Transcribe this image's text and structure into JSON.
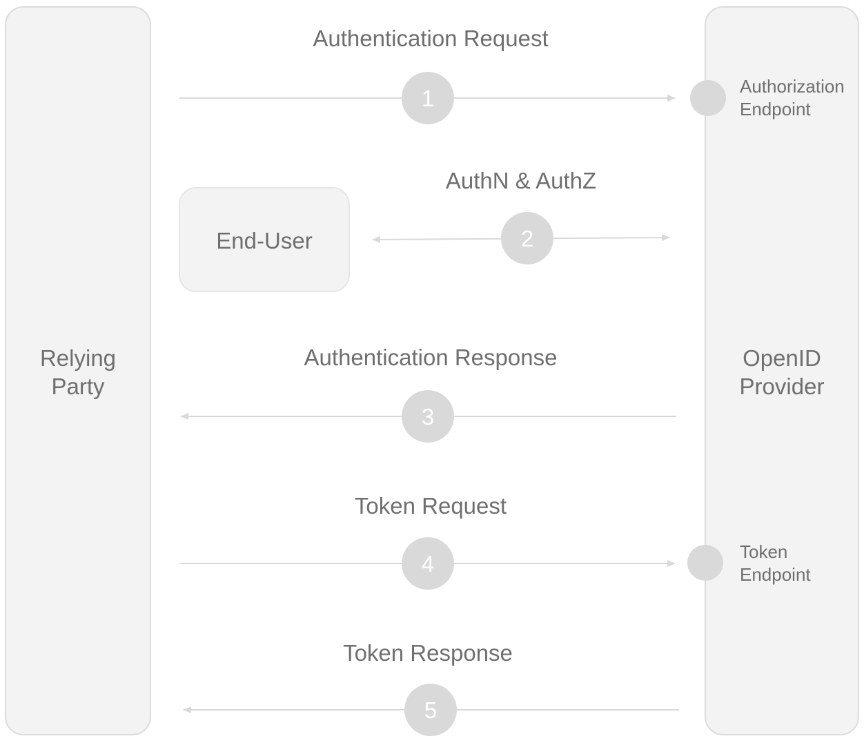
{
  "participants": {
    "relying_party": {
      "line1": "Relying",
      "line2": "Party"
    },
    "openid_provider": {
      "line1": "OpenID",
      "line2": "Provider"
    },
    "end_user": {
      "label": "End-User"
    }
  },
  "endpoints": {
    "authorization": {
      "line1": "Authorization",
      "line2": "Endpoint"
    },
    "token": {
      "line1": "Token",
      "line2": "Endpoint"
    }
  },
  "steps": [
    {
      "number": "1",
      "label": "Authentication Request"
    },
    {
      "number": "2",
      "label": "AuthN & AuthZ"
    },
    {
      "number": "3",
      "label": "Authentication Response"
    },
    {
      "number": "4",
      "label": "Token Request"
    },
    {
      "number": "5",
      "label": "Token Response"
    }
  ],
  "colors": {
    "lane_fill": "#f3f3f3",
    "lane_stroke": "#dcdcdc",
    "arrow": "#d9d9d9",
    "step_circle": "#d9d9d9",
    "text": "#6f6f6f"
  }
}
